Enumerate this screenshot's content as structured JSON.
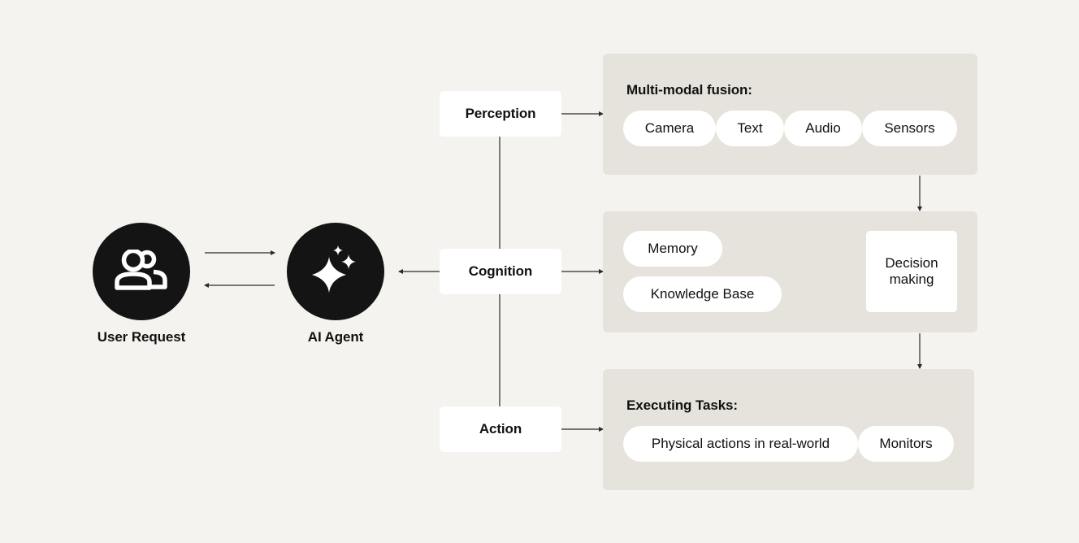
{
  "nodes": {
    "user": {
      "label": "User Request",
      "icon": "users-icon"
    },
    "agent": {
      "label": "AI Agent",
      "icon": "sparkles-icon"
    }
  },
  "stages": {
    "perception": "Perception",
    "cognition": "Cognition",
    "action": "Action"
  },
  "panels": {
    "fusion": {
      "title": "Multi-modal fusion:",
      "items": [
        "Camera",
        "Text",
        "Audio",
        "Sensors"
      ]
    },
    "cognition": {
      "items": [
        "Memory",
        "Knowledge Base"
      ],
      "decision": "Decision making"
    },
    "execution": {
      "title": "Executing Tasks:",
      "items": [
        "Physical actions in real-world",
        "Monitors"
      ]
    }
  },
  "colors": {
    "background": "#f5f3ef",
    "panel": "#e6e3dd",
    "box": "#ffffff",
    "node": "#141414",
    "line": "#2b2b2b"
  }
}
